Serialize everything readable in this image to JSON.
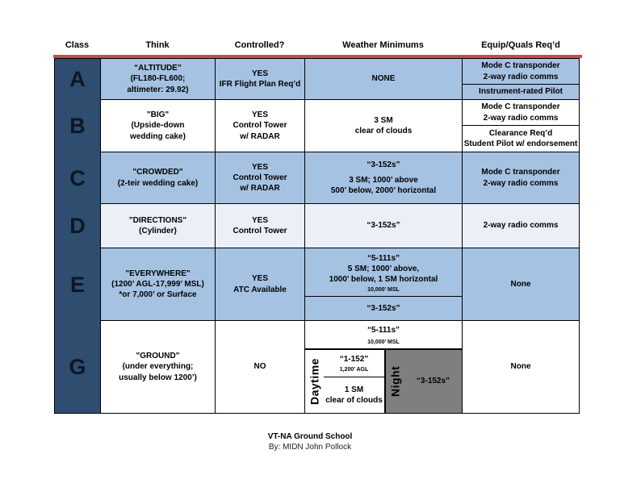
{
  "header": {
    "class": "Class",
    "think": "Think",
    "controlled": "Controlled?",
    "weather": "Weather Minimums",
    "equip": "Equip/Quals Req’d"
  },
  "rows": {
    "a": {
      "class": "A",
      "think_title": "“ALTITUDE”",
      "think_line1": "(FL180-FL600;",
      "think_line2": "altimeter: 29.92)",
      "controlled_line1": "YES",
      "controlled_line2": "IFR Flight Plan Req’d",
      "weather": "NONE",
      "equip_top_line1": "Mode C transponder",
      "equip_top_line2": "2-way radio comms",
      "equip_bottom_line1": "Instrument-rated Pilot"
    },
    "b": {
      "class": "B",
      "think_title": "\"BIG\"",
      "think_line1": "(Upside-down",
      "think_line2": "wedding cake)",
      "controlled_line1": "YES",
      "controlled_line2": "Control Tower",
      "controlled_line3": "w/ RADAR",
      "weather_line1": "3 SM",
      "weather_line2": "clear of clouds",
      "equip_top_line1": "Mode C transponder",
      "equip_top_line2": "2-way radio comms",
      "equip_bottom_line1": "Clearance Req’d",
      "equip_bottom_line2": "Student Pilot w/ endorsement"
    },
    "c": {
      "class": "C",
      "think_title": "\"CROWDED\"",
      "think_line1": "(2-teir wedding cake)",
      "controlled_line1": "YES",
      "controlled_line2": "Control Tower",
      "controlled_line3": "w/ RADAR",
      "weather_title": "“3-152s”",
      "weather_line1": "3 SM; 1000’ above",
      "weather_line2": "500’ below, 2000’ horizontal",
      "equip_line1": "Mode C transponder",
      "equip_line2": "2-way radio comms"
    },
    "d": {
      "class": "D",
      "think_title": "\"DIRECTIONS\"",
      "think_line1": "(Cylinder)",
      "controlled_line1": "YES",
      "controlled_line2": "Control Tower",
      "weather_title": "“3-152s”",
      "equip": "2-way radio comms"
    },
    "e": {
      "class": "E",
      "think_title": "\"EVERYWHERE\"",
      "think_line1": "(1200’ AGL-17,999’ MSL)",
      "think_line2": "*or 7,000’ or Surface",
      "controlled_line1": "YES",
      "controlled_line2": "ATC Available",
      "weather_top_title": "“5-111s”",
      "weather_top_line1": "5 SM; 1000’ above,",
      "weather_top_line2": "1000’ below, 1 SM horizontal",
      "weather_top_note": "10,000’ MSL",
      "weather_bottom_title": "“3-152s”",
      "equip": "None"
    },
    "g": {
      "class": "G",
      "think_title": "\"GROUND\"",
      "think_line1": "(under everything;",
      "think_line2": "usually below 1200’)",
      "controlled_line1": "NO",
      "weather_top_title": "“5-111s”",
      "weather_top_note": "10,000’ MSL",
      "daytime_label": "Daytime",
      "daytime_title": "“1-152”",
      "daytime_note": "1,200’ AGL",
      "daytime_line1": "1 SM",
      "daytime_line2": "clear of clouds",
      "night_label": "Night",
      "night_title": "“3-152s”",
      "equip": "None"
    }
  },
  "footer": {
    "line1": "VT-NA Ground School",
    "line2": "By: MIDN John Pollock"
  },
  "colors": {
    "class_column_blue": "#2F4D6E",
    "row_light_blue": "#A6C2E2",
    "row_pale_blue": "#EBF0F8",
    "night_gray": "#7F7F7F",
    "red_divider": "#C0504D",
    "border_black": "#000000"
  }
}
